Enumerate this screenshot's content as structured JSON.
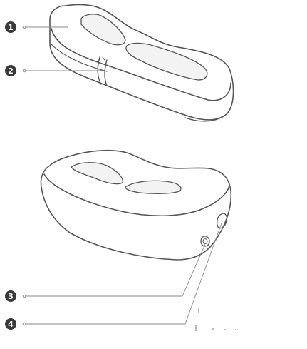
{
  "callouts": [
    {
      "label": "1"
    },
    {
      "label": "2"
    },
    {
      "label": "3"
    },
    {
      "label": "4"
    }
  ],
  "colors": {
    "outline": "#555555",
    "badge": "#3a3a3a",
    "leader": "#888888",
    "panel_fill": "#f3f3f3",
    "background": "#ffffff"
  }
}
